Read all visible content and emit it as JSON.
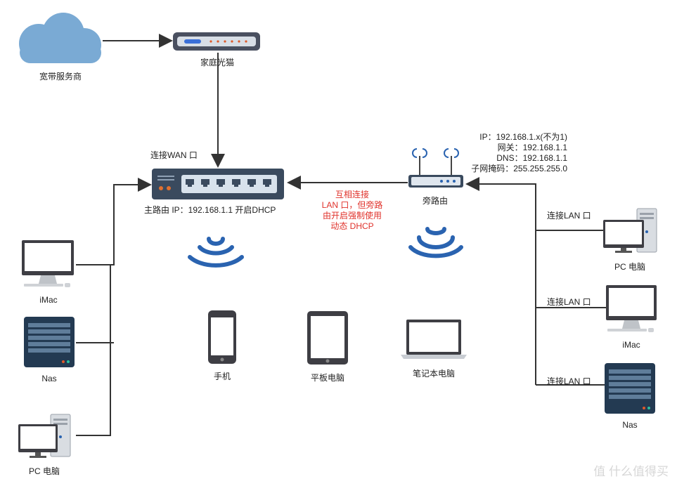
{
  "nodes": {
    "isp": "宽带服务商",
    "ont": "家庭光猫",
    "main_router": "主路由 IP：192.168.1.1 开启DHCP",
    "wan_port": "连接WAN 口",
    "side_router": "旁路由",
    "left_imac": "iMac",
    "left_nas": "Nas",
    "left_pc": "PC 电脑",
    "right_pc": "PC 电脑",
    "right_imac": "iMac",
    "right_nas": "Nas",
    "phone": "手机",
    "tablet": "平板电脑",
    "laptop": "笔记本电脑"
  },
  "lan_labels": [
    "连接LAN 口",
    "连接LAN 口",
    "连接LAN 口"
  ],
  "link_note": [
    "互相连接",
    "LAN 口，但旁路",
    "由开启强制使用",
    "动态 DHCP"
  ],
  "side_router_info": [
    "IP：192.168.1.x(不为1)",
    "网关：192.168.1.1",
    "DNS：192.168.1.1",
    "子网掩码：255.255.255.0"
  ],
  "watermark": "值 什么值得买",
  "colors": {
    "accent_note": "#e0322b",
    "cloud": "#7aaad4",
    "router": "#3a4a5e",
    "wifi": "#2a63b0",
    "line": "#333333"
  }
}
